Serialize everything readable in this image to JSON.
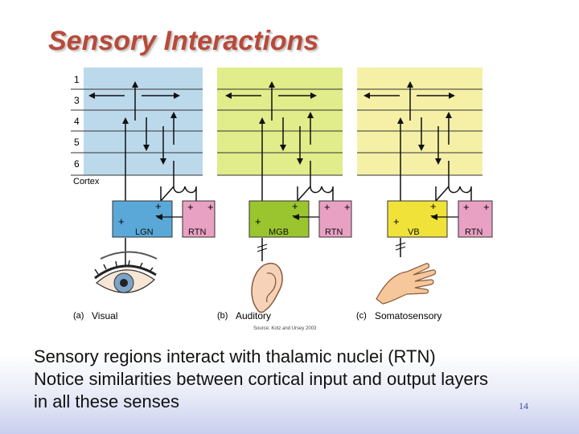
{
  "slide": {
    "title": "Sensory Interactions",
    "body_lines": [
      "Sensory regions interact with thalamic nuclei (RTN)",
      "Notice similarities between cortical input and output layers",
      "in all these senses"
    ],
    "page_number": "14"
  },
  "figure": {
    "layer_labels": [
      "1",
      "3",
      "4",
      "5",
      "6"
    ],
    "cortex_label": "Cortex",
    "source_credit": "Source: Kotz and Ursey 2003",
    "panels": [
      {
        "letter": "(a)",
        "caption": "Visual",
        "nucleus": "LGN",
        "rtn": "RTN",
        "cortex_color": "#bcd9ec",
        "nucleus_color": "#5aa8d8",
        "organ_icon": "eye-icon"
      },
      {
        "letter": "(b)",
        "caption": "Auditory",
        "nucleus": "MGB",
        "rtn": "RTN",
        "cortex_color": "#e1ec8a",
        "nucleus_color": "#9bc52f",
        "organ_icon": "ear-icon"
      },
      {
        "letter": "(c)",
        "caption": "Somatosensory",
        "nucleus": "VB",
        "rtn": "RTN",
        "cortex_color": "#f5f0a6",
        "nucleus_color": "#f1e23a",
        "organ_icon": "hand-icon"
      }
    ],
    "rtn_color": "#e9a1c3",
    "signs": {
      "plus": "+",
      "minus": "−"
    }
  }
}
